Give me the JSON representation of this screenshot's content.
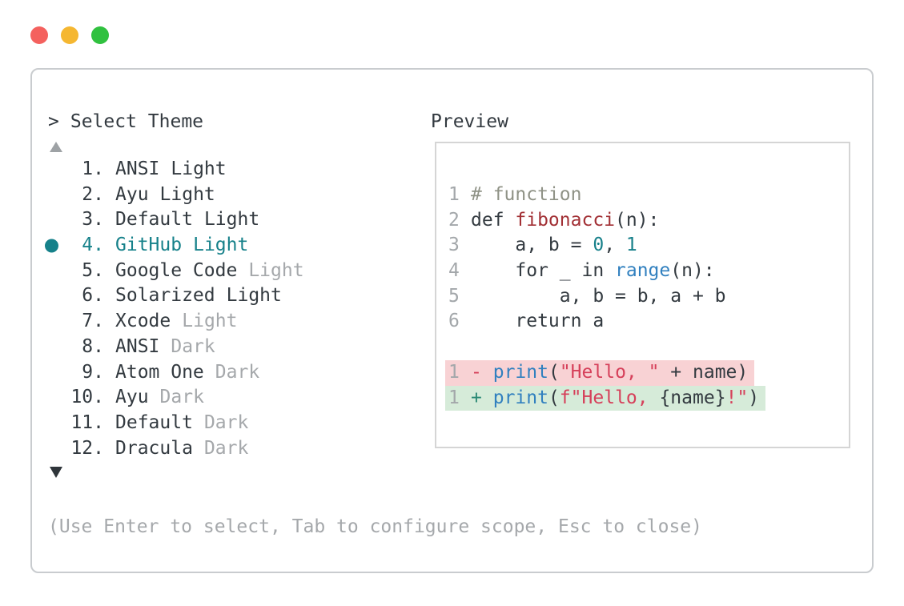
{
  "window_controls": {
    "buttons": [
      "close",
      "minimize",
      "zoom"
    ]
  },
  "prompt": {
    "caret": ">",
    "title": "Select Theme"
  },
  "theme_list": {
    "items": [
      {
        "num": "1.",
        "name": "ANSI",
        "variant": "Light",
        "muted": false,
        "selected": false
      },
      {
        "num": "2.",
        "name": "Ayu",
        "variant": "Light",
        "muted": false,
        "selected": false
      },
      {
        "num": "3.",
        "name": "Default",
        "variant": "Light",
        "muted": false,
        "selected": false
      },
      {
        "num": "4.",
        "name": "GitHub",
        "variant": "Light",
        "muted": false,
        "selected": true
      },
      {
        "num": "5.",
        "name": "Google Code",
        "variant": "Light",
        "muted": true,
        "selected": false
      },
      {
        "num": "6.",
        "name": "Solarized",
        "variant": "Light",
        "muted": false,
        "selected": false
      },
      {
        "num": "7.",
        "name": "Xcode",
        "variant": "Light",
        "muted": true,
        "selected": false
      },
      {
        "num": "8.",
        "name": "ANSI",
        "variant": "Dark",
        "muted": true,
        "selected": false
      },
      {
        "num": "9.",
        "name": "Atom One",
        "variant": "Dark",
        "muted": true,
        "selected": false
      },
      {
        "num": "10.",
        "name": "Ayu",
        "variant": "Dark",
        "muted": true,
        "selected": false
      },
      {
        "num": "11.",
        "name": "Default",
        "variant": "Dark",
        "muted": true,
        "selected": false
      },
      {
        "num": "12.",
        "name": "Dracula",
        "variant": "Dark",
        "muted": true,
        "selected": false
      }
    ]
  },
  "preview": {
    "title": "Preview",
    "lines": [
      {
        "num": "1",
        "diff": null,
        "tokens": [
          {
            "text": "# function",
            "color": "comment"
          }
        ]
      },
      {
        "num": "2",
        "diff": null,
        "tokens": [
          {
            "text": "def ",
            "color": "code"
          },
          {
            "text": "fibonacci",
            "color": "function"
          },
          {
            "text": "(n):",
            "color": "code"
          }
        ]
      },
      {
        "num": "3",
        "diff": null,
        "tokens": [
          {
            "text": "    a, b = ",
            "color": "code"
          },
          {
            "text": "0",
            "color": "number"
          },
          {
            "text": ", ",
            "color": "code"
          },
          {
            "text": "1",
            "color": "number"
          }
        ]
      },
      {
        "num": "4",
        "diff": null,
        "tokens": [
          {
            "text": "    for _ in ",
            "color": "code"
          },
          {
            "text": "range",
            "color": "builtin"
          },
          {
            "text": "(n):",
            "color": "code"
          }
        ]
      },
      {
        "num": "5",
        "diff": null,
        "tokens": [
          {
            "text": "        a, b = b, a + b",
            "color": "code"
          }
        ]
      },
      {
        "num": "6",
        "diff": null,
        "tokens": [
          {
            "text": "    return a",
            "color": "code"
          }
        ]
      },
      {
        "num": "",
        "diff": null,
        "tokens": []
      },
      {
        "num": "1",
        "diff": "del",
        "tokens": [
          {
            "text": "-",
            "color": "diff-del-sign"
          },
          {
            "text": " ",
            "color": "code"
          },
          {
            "text": "print",
            "color": "builtin"
          },
          {
            "text": "(",
            "color": "code"
          },
          {
            "text": "\"Hello, \"",
            "color": "string"
          },
          {
            "text": " + name)",
            "color": "code"
          }
        ]
      },
      {
        "num": "1",
        "diff": "add",
        "tokens": [
          {
            "text": "+",
            "color": "diff-add-sign"
          },
          {
            "text": " ",
            "color": "code"
          },
          {
            "text": "print",
            "color": "builtin"
          },
          {
            "text": "(",
            "color": "code"
          },
          {
            "text": "f\"Hello, ",
            "color": "string"
          },
          {
            "text": "{name}",
            "color": "code"
          },
          {
            "text": "!\"",
            "color": "string"
          },
          {
            "text": ")",
            "color": "code"
          }
        ]
      }
    ]
  },
  "help": {
    "text": "(Use Enter to select, Tab to configure scope, Esc to close)"
  },
  "colors": {
    "accent_teal": "#16818a",
    "text_dark": "#333a40",
    "text_muted": "#a5a8ab",
    "comment": "#8f9286",
    "function_red": "#a23035",
    "string_red": "#d6405a",
    "builtin_blue": "#3180bf",
    "number_teal": "#17808a",
    "diff_del_bg": "#f8d2d4",
    "diff_add_bg": "#d6ebd9",
    "diff_add_sign": "#2b8a75",
    "traffic_red": "#f4615e",
    "traffic_yellow": "#f5b731",
    "traffic_green": "#30c13f",
    "window_border": "#c9cccf",
    "preview_border": "#d5d5d5"
  }
}
